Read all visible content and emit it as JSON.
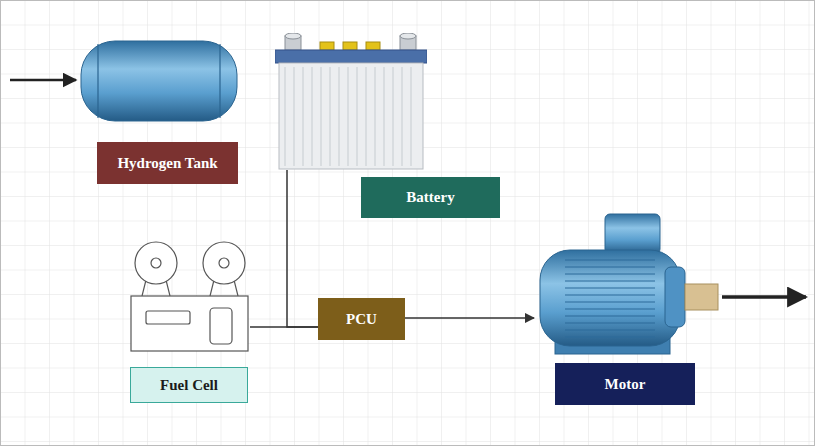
{
  "diagram": {
    "nodes": [
      {
        "text": [
          "Hydrogen Tank"
        ]
      },
      {
        "text": [
          "Battery"
        ]
      },
      {
        "text": [
          "Fuel Cell"
        ]
      },
      {
        "text": [
          "PCU"
        ]
      },
      {
        "text": [
          "Motor"
        ]
      }
    ],
    "edges": [
      {
        "from": 1,
        "to": 3,
        "arrow": "none"
      },
      {
        "from": 2,
        "to": 3,
        "arrow": "none"
      },
      {
        "from": 3,
        "to": 4,
        "arrow": "to"
      }
    ]
  }
}
